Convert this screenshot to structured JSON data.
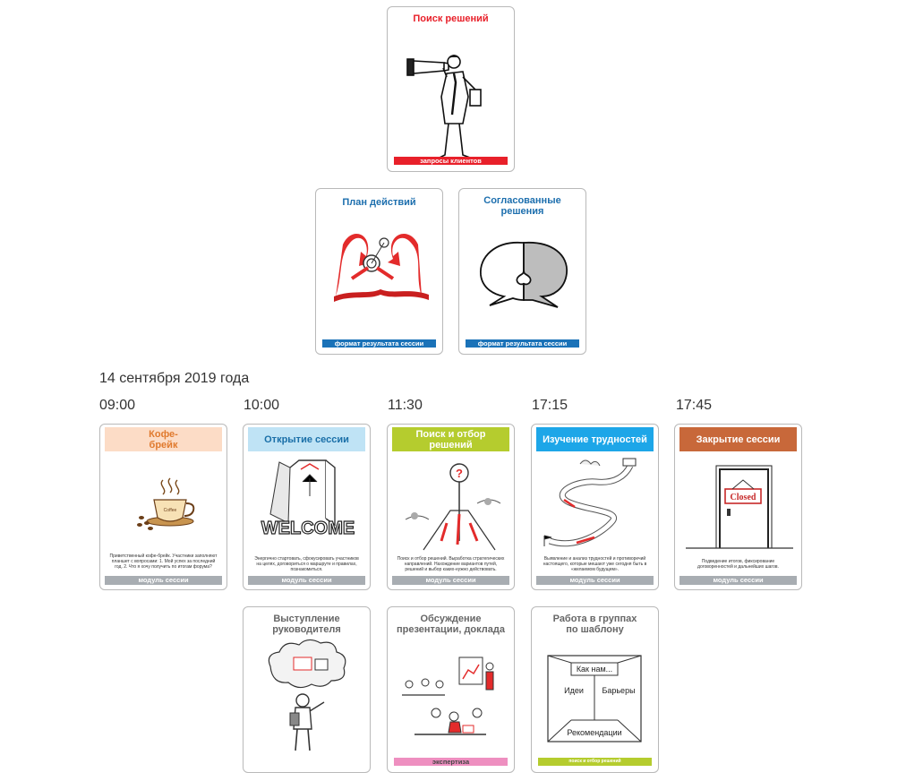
{
  "top_cards": {
    "search": {
      "title": "Поиск решений",
      "footer": "запросы клиентов"
    },
    "plan": {
      "title": "План действий",
      "footer": "формат результата сессии"
    },
    "agreed": {
      "title": "Согласованные решения",
      "footer": "формат результата сессии"
    }
  },
  "schedule": {
    "date": "14 сентября 2019 года",
    "slots": [
      {
        "time": "09:00",
        "title": "Кофе-брейк",
        "desc": "Приветственный кофе-брейк. Участники заполняют планшет с вопросами: 1. Мой успех за последний год. 2. Что я хочу получить по итогам форума?",
        "footer": "модуль сессии",
        "color": "#fcdcc6",
        "text_color": "#e07a2e"
      },
      {
        "time": "10:00",
        "title": "Открытие сессии",
        "desc": "Энергично стартовать, сфокусировать участников на целях, договориться о маршруте и правилах, познакомиться.",
        "footer": "модуль сессии",
        "color": "#bfe3f5",
        "text_color": "#1a6fa8"
      },
      {
        "time": "11:30",
        "title": "Поиск и отбор решений",
        "desc": "Поиск и отбор решений. Выработка стратегических направлений. Нахождение вариантов путей, решений и выбор каких-нужно действовать.",
        "footer": "модуль сессии",
        "color": "#b5cc2e",
        "text_color": "#ffffff"
      },
      {
        "time": "17:15",
        "title": "Изучение трудностей",
        "desc": "Выявление и анализ трудностей и противоречий настоящего, которые мешают уже сегодня быть в «желаемом будущем».",
        "footer": "модуль сессии",
        "color": "#1da6e8",
        "text_color": "#ffffff"
      },
      {
        "time": "17:45",
        "title": "Закрытие сессии",
        "desc": "Подведение итогов, фиксирование договоренностей и дальнейших шагов.",
        "footer": "модуль сессии",
        "color": "#c8683a",
        "text_color": "#ffffff"
      }
    ]
  },
  "group_cards": [
    {
      "title": "Выступление руководителя",
      "footer": ""
    },
    {
      "title": "Обсуждение презентации, доклада",
      "footer": "экспертиза",
      "footer_color": "#ee8fc0"
    },
    {
      "title": "Работа в группах по шаблону",
      "footer": "поиск и отбор решений",
      "footer_color": "#b5cc2e",
      "template": {
        "head": "Как нам...",
        "left": "Идеи",
        "right": "Барьеры",
        "bottom": "Рекомендации"
      }
    }
  ],
  "extra": {
    "cup_label": "Coffee",
    "closed_sign": "Closed",
    "welcome": "WELCOME"
  },
  "colors": {
    "red": "#e8202a",
    "blue": "#1a72b8",
    "blue_title": "#1d6fae"
  }
}
